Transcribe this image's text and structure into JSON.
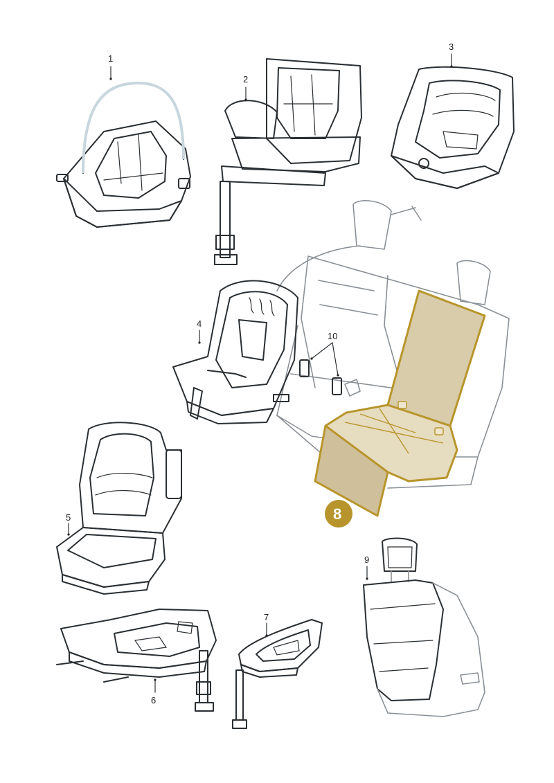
{
  "labels": {
    "l1": "1",
    "l2": "2",
    "l3": "3",
    "l4": "4",
    "l5": "5",
    "l6": "6",
    "l7": "7",
    "l8": "8",
    "l9": "9",
    "l10": "10"
  },
  "colors": {
    "part_fill": "#9fb2bd",
    "part_shadow": "#7a8e99",
    "part_light": "#c8d6de",
    "outline": "#2a2f33",
    "protector_fill": "#d9ccaa",
    "protector_outline": "#b8952c",
    "badge": "#b8952c",
    "context_line": "#8a9096"
  }
}
